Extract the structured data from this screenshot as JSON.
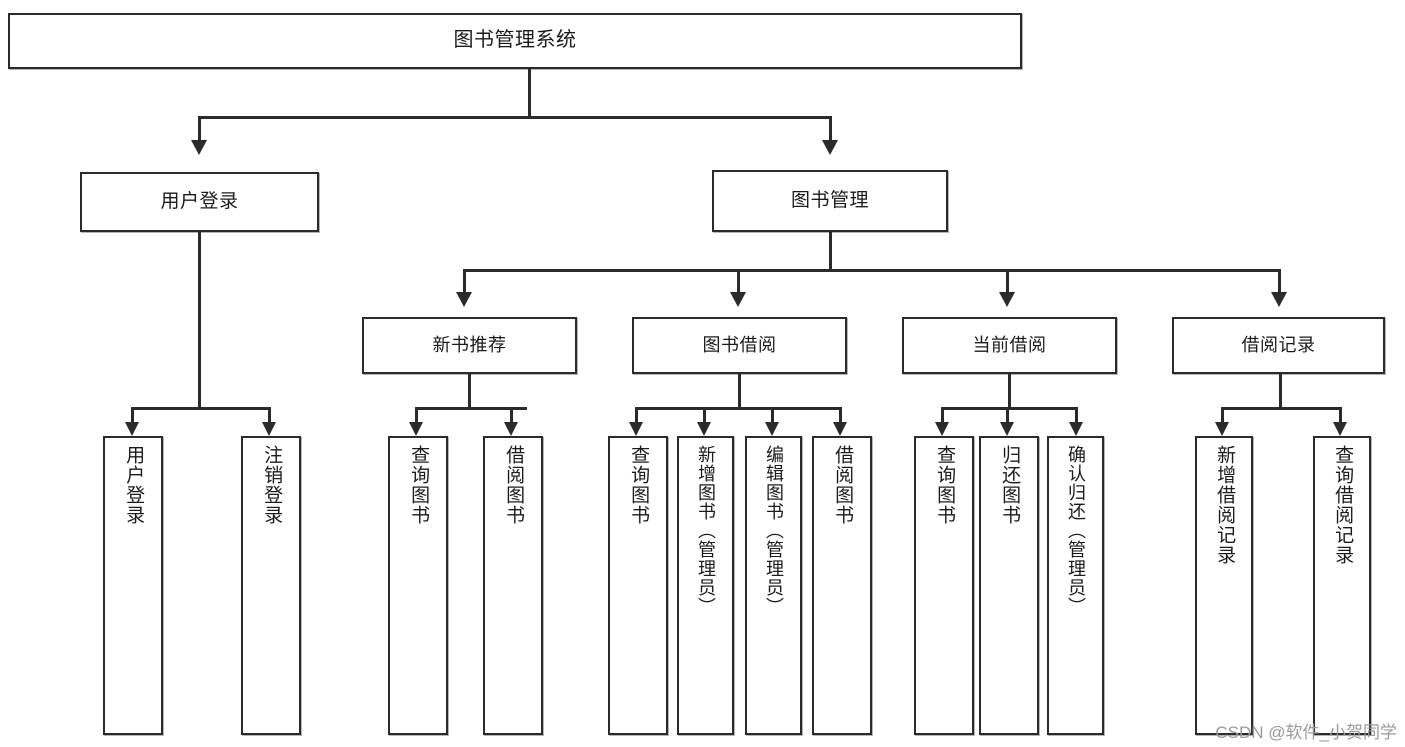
{
  "diagram": {
    "title": "图书管理系统",
    "type": "tree",
    "background_color": "#ffffff",
    "line_color": "#2b2b2b",
    "text_color": "#1b1b1b"
  },
  "root": {
    "label": "图书管理系统"
  },
  "level2": [
    {
      "label": "用户登录"
    },
    {
      "label": "图书管理"
    }
  ],
  "level3": [
    {
      "label": "新书推荐"
    },
    {
      "label": "图书借阅"
    },
    {
      "label": "当前借阅"
    },
    {
      "label": "借阅记录"
    }
  ],
  "leaves": {
    "user_login": [
      {
        "label": "用户登录"
      },
      {
        "label": "注销登录"
      }
    ],
    "new_book_recommend": [
      {
        "label": "查询图书"
      },
      {
        "label": "借阅图书"
      }
    ],
    "book_borrow": [
      {
        "label": "查询图书"
      },
      {
        "label": "新增图书（管理员）"
      },
      {
        "label": "编辑图书（管理员）"
      },
      {
        "label": "借阅图书"
      }
    ],
    "current_borrow": [
      {
        "label": "查询图书"
      },
      {
        "label": "归还图书"
      },
      {
        "label": "确认归还（管理员）"
      }
    ],
    "borrow_record": [
      {
        "label": "新增借阅记录"
      },
      {
        "label": "查询借阅记录"
      }
    ]
  },
  "watermark": {
    "text": "CSDN @软件_小贺同学"
  }
}
